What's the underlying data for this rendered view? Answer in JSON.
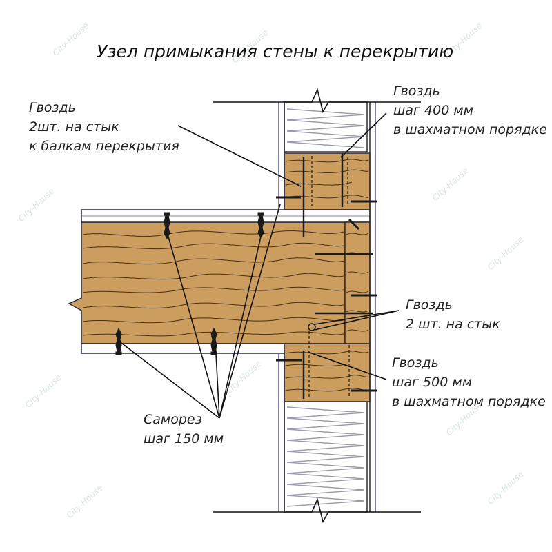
{
  "title": "Узел примыкания стены к перекрытию",
  "labels": {
    "nail_top_right": [
      "Гвоздь",
      "шаг 400 мм",
      "в шахматном порядке"
    ],
    "nail_top_left": [
      "Гвоздь",
      "2шт. на стык",
      "к балкам перекрытия"
    ],
    "nail_mid_right": [
      "Гвоздь",
      "2 шт. на стык"
    ],
    "nail_bottom_right": [
      "Гвоздь",
      "шаг 500 мм",
      "в шахматном порядке"
    ],
    "screw": [
      "Саморез",
      "шаг 150 мм"
    ]
  },
  "watermark": "City-House",
  "colors": {
    "wood": "#cb9d5e",
    "wood_grain": "#4a2e14",
    "outline": "#2a2a3a",
    "insulation": "#9a9aa8",
    "wall_line": "#5a5a86",
    "fastener": "#1a1a1a",
    "watermark": "#b9cfc2"
  }
}
